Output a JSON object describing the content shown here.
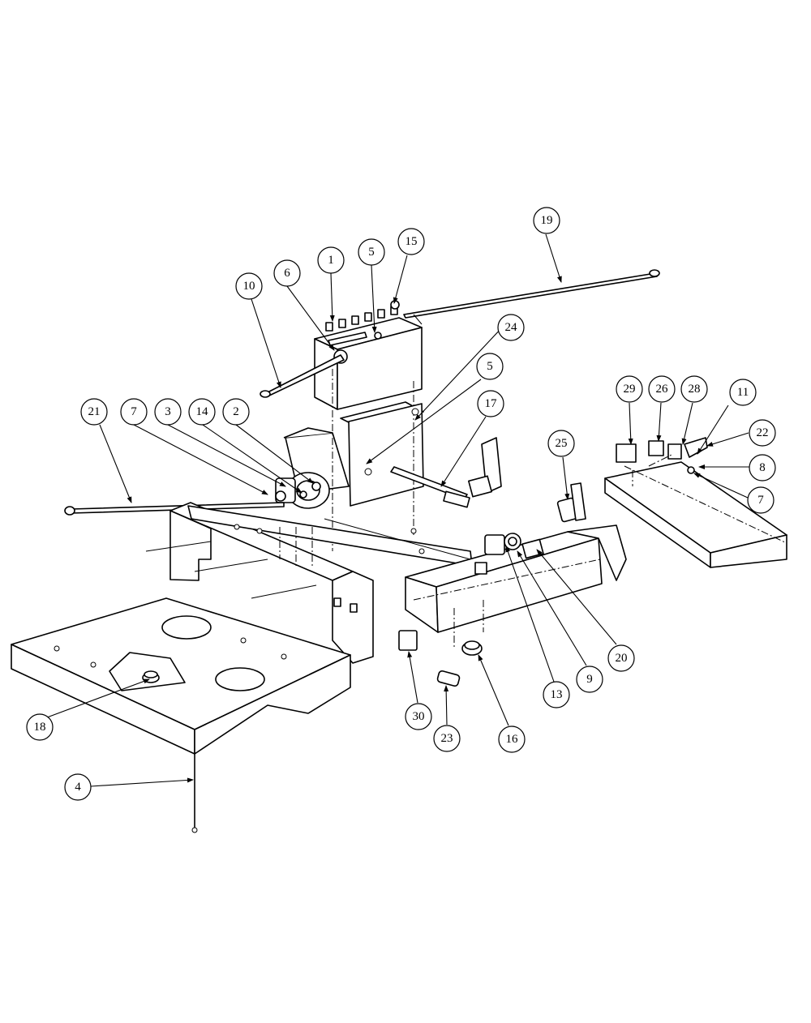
{
  "diagram": {
    "callouts": [
      "1",
      "2",
      "3",
      "4",
      "5",
      "5",
      "6",
      "7",
      "7",
      "8",
      "9",
      "10",
      "11",
      "13",
      "14",
      "15",
      "16",
      "17",
      "18",
      "19",
      "20",
      "21",
      "22",
      "23",
      "24",
      "25",
      "26",
      "28",
      "29",
      "30"
    ]
  },
  "colors": {
    "line": "#000000",
    "background": "#ffffff"
  }
}
